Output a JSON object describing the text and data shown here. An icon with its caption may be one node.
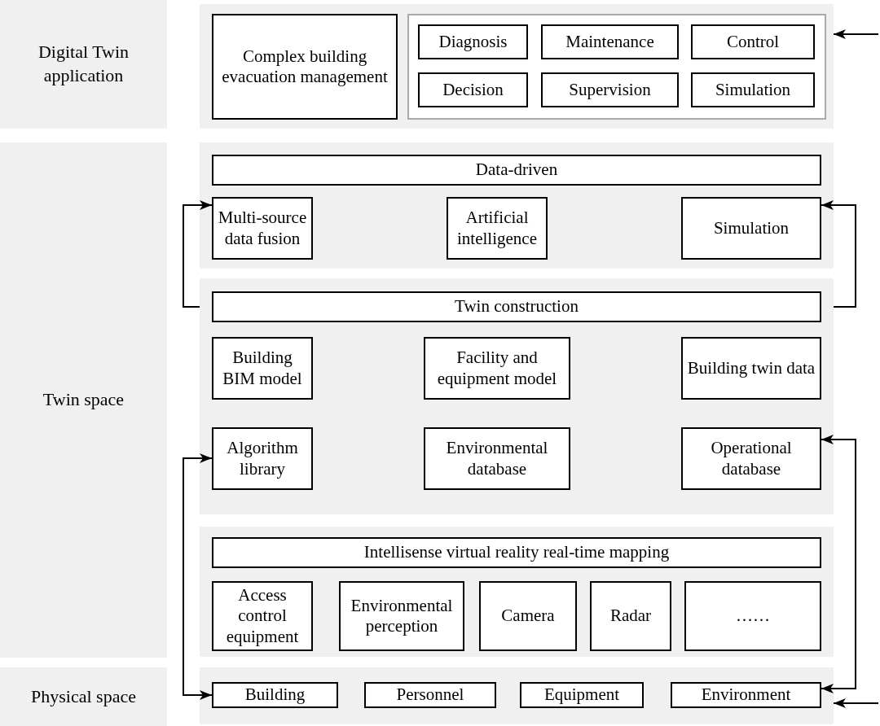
{
  "diagram": {
    "nodes": [
      {
        "text": [
          "Digital Twin application"
        ]
      },
      {
        "text": [],
        "shape": "box"
      },
      {
        "text": [
          "Complex building evacuation management"
        ],
        "in": 1
      },
      {
        "text": [],
        "shape": "box",
        "in": 1
      },
      {
        "text": [
          "Diagnosis"
        ],
        "in": 3
      },
      {
        "text": [
          "Maintenance"
        ],
        "in": 3
      },
      {
        "text": [
          "Control"
        ],
        "in": 3
      },
      {
        "text": [
          "Decision"
        ],
        "in": 3
      },
      {
        "text": [
          "Supervision"
        ],
        "in": 3
      },
      {
        "text": [
          "Simulation"
        ],
        "in": 3
      },
      {
        "text": [
          "Twin space"
        ]
      },
      {
        "text": [],
        "shape": "box"
      },
      {
        "text": [
          "Data-driven"
        ],
        "in": 11
      },
      {
        "text": [
          "Multi-source data fusion"
        ],
        "in": 11
      },
      {
        "text": [
          "Artificial intelligence"
        ],
        "in": 11
      },
      {
        "text": [
          "Simulation"
        ],
        "in": 11
      },
      {
        "text": [],
        "shape": "box"
      },
      {
        "text": [
          "Twin construction"
        ],
        "in": 16
      },
      {
        "text": [
          "Building BIM model"
        ],
        "in": 16
      },
      {
        "text": [
          "Facility and equipment model"
        ],
        "in": 16
      },
      {
        "text": [
          "Building twin data"
        ],
        "in": 16
      },
      {
        "text": [
          "Algorithm library"
        ],
        "in": 16
      },
      {
        "text": [
          "Environmental database"
        ],
        "in": 16
      },
      {
        "text": [
          "Operational database"
        ],
        "in": 16
      },
      {
        "text": [],
        "shape": "box"
      },
      {
        "text": [
          "Intellisense virtual reality real-time mapping"
        ],
        "in": 24
      },
      {
        "text": [
          "Access control equipment"
        ],
        "in": 24
      },
      {
        "text": [
          "Environmental perception"
        ],
        "in": 24
      },
      {
        "text": [
          "Camera"
        ],
        "in": 24
      },
      {
        "text": [
          "Radar"
        ],
        "in": 24
      },
      {
        "text": [
          "……"
        ],
        "in": 24
      },
      {
        "text": [
          "Physical space"
        ]
      },
      {
        "text": [],
        "shape": "box"
      },
      {
        "text": [
          "Building"
        ],
        "in": 32
      },
      {
        "text": [
          "Personnel"
        ],
        "in": 32
      },
      {
        "text": [
          "Equipment"
        ],
        "in": 32
      },
      {
        "text": [
          "Environment"
        ],
        "in": 32
      }
    ],
    "edges": [
      {
        "from": null,
        "to": 1,
        "arrow": "to"
      },
      {
        "from": 16,
        "to": 13,
        "arrow": "to"
      },
      {
        "from": 16,
        "to": 15,
        "arrow": "to"
      },
      {
        "from": 21,
        "to": 33,
        "arrow": "both"
      },
      {
        "from": 23,
        "to": 36,
        "arrow": "both"
      },
      {
        "from": null,
        "to": 32,
        "arrow": "to"
      }
    ]
  }
}
